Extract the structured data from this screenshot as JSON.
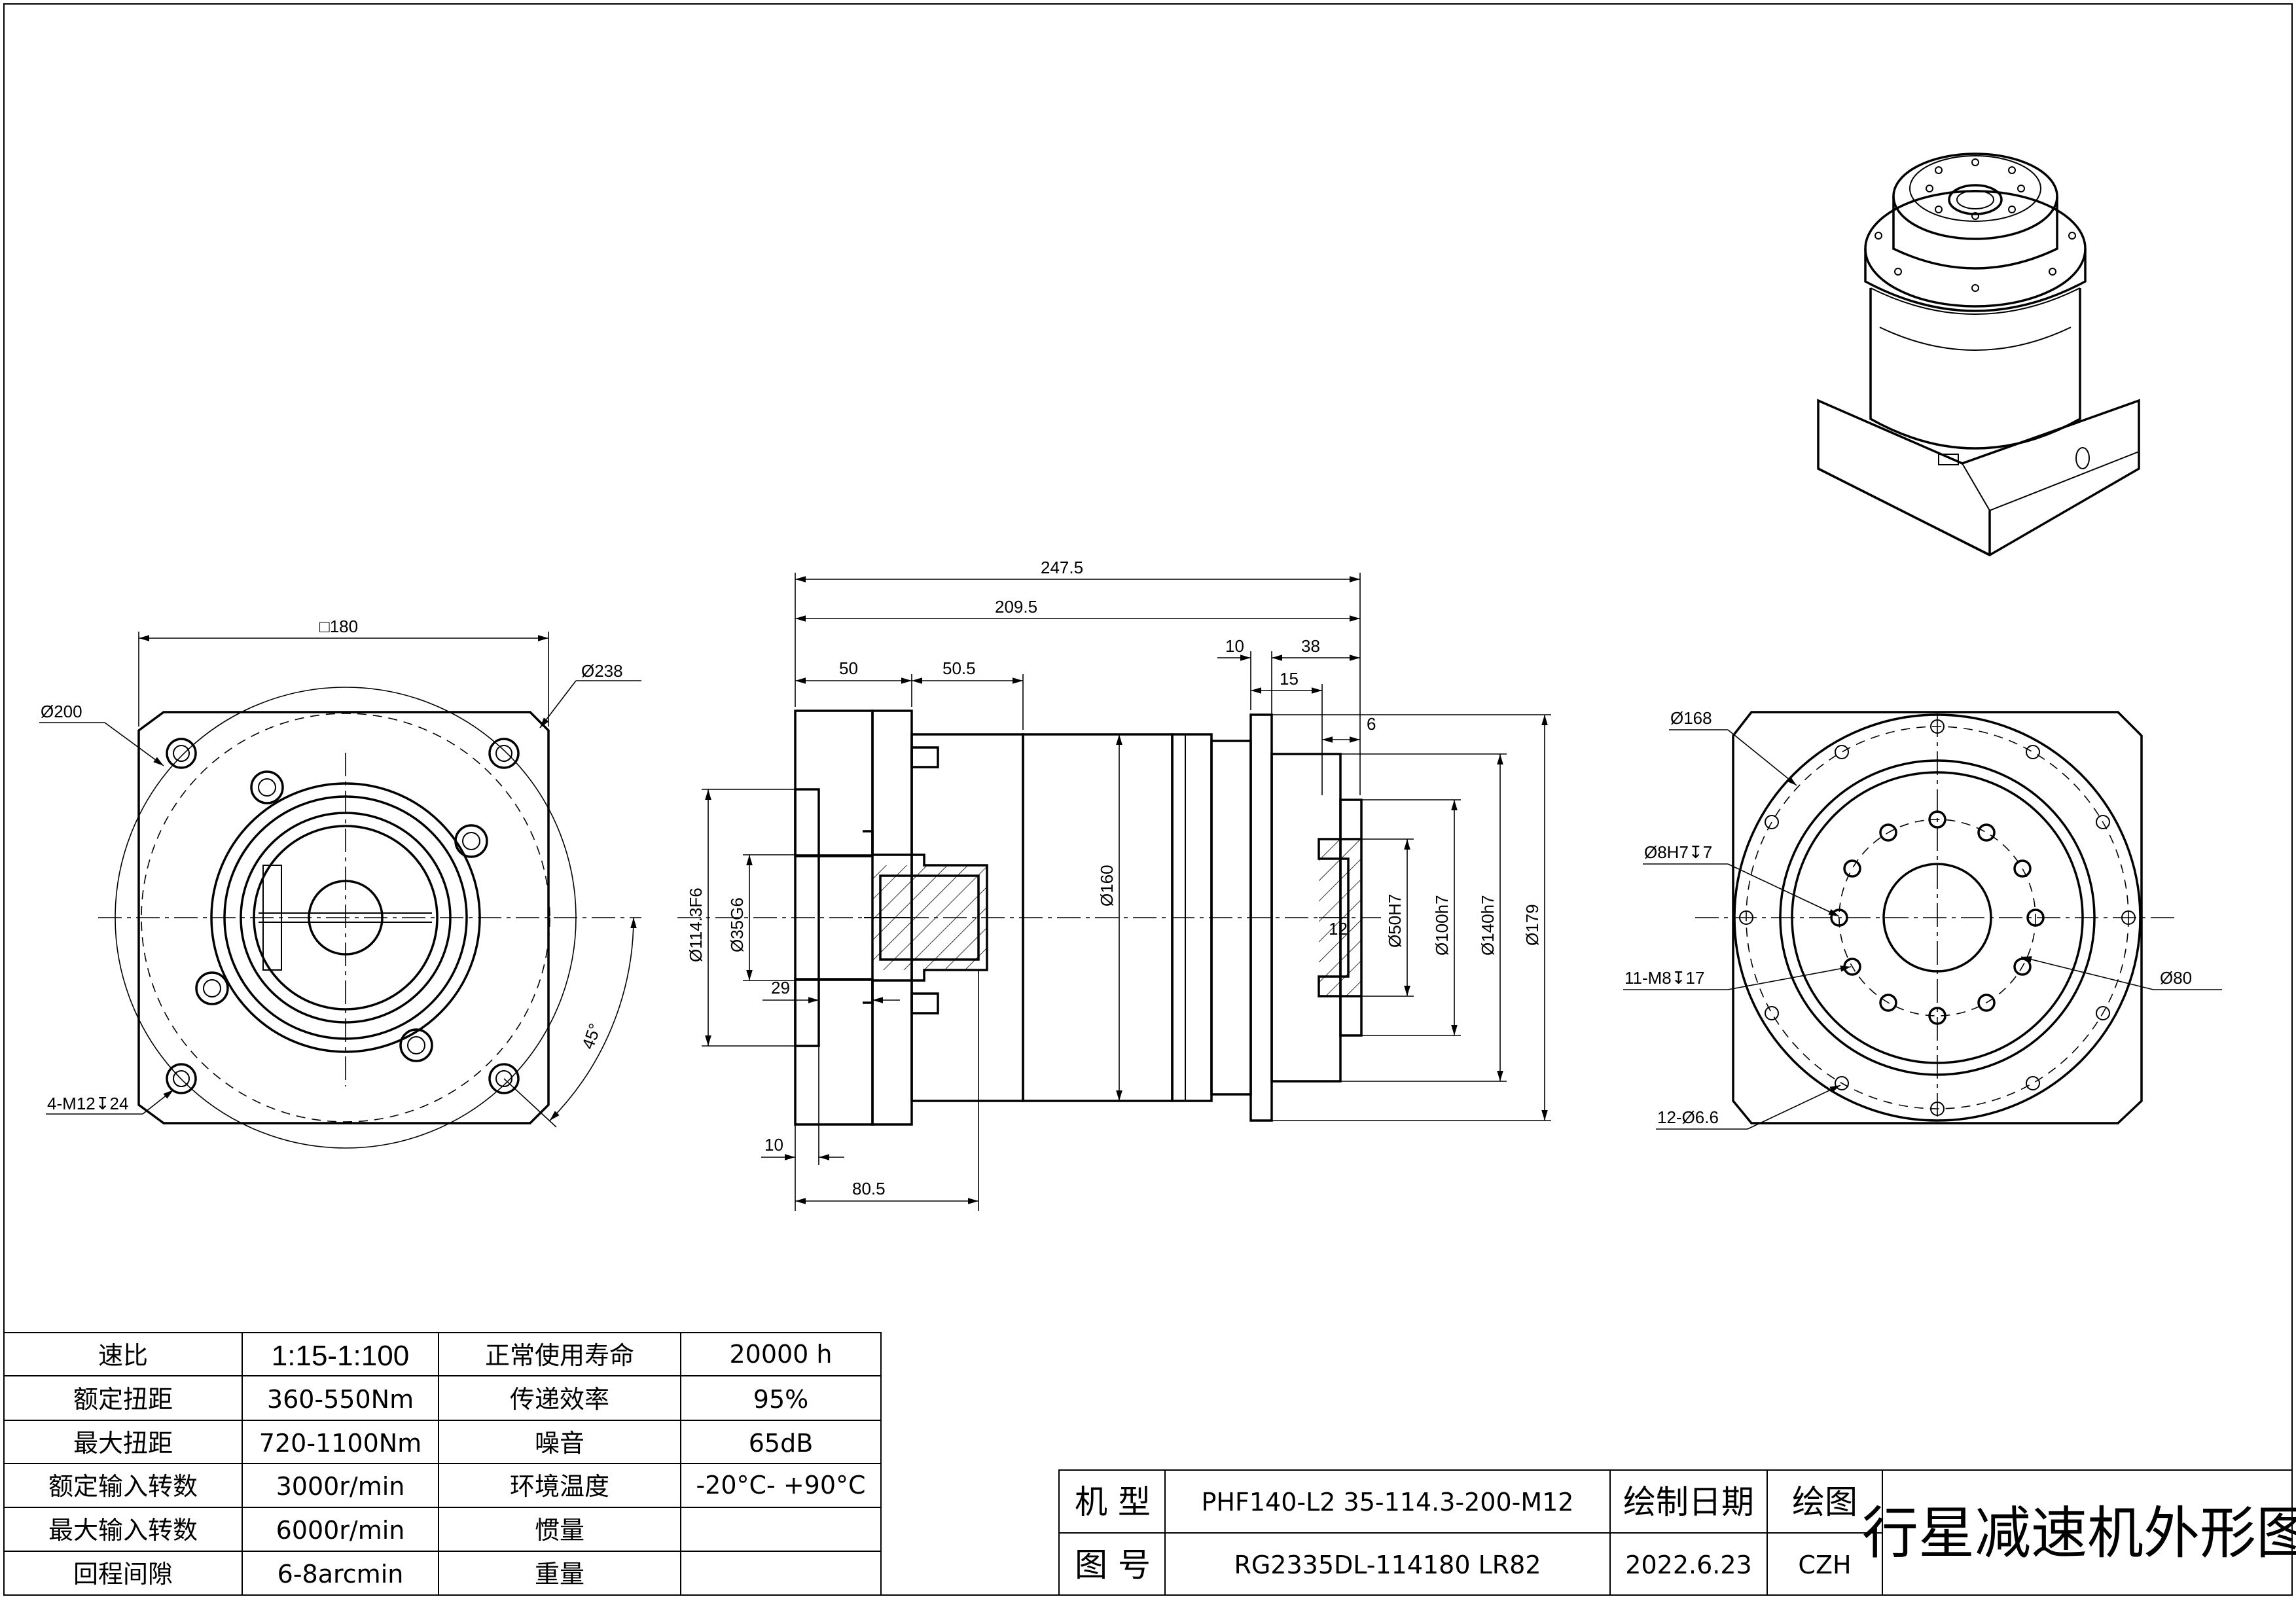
{
  "dimensions": {
    "front": {
      "square": "□180",
      "pcd_outer": "Ø238",
      "pcd_inner": "Ø200",
      "tapped_holes": "4-M12↧24",
      "angle": "45°"
    },
    "side": {
      "overall": "247.5",
      "body": "209.5",
      "flange": "50",
      "adapter": "50.5",
      "d10": "10",
      "d38": "38",
      "d15": "15",
      "d6": "6",
      "d29": "29",
      "d10b": "10",
      "d80_5": "80.5",
      "d12": "12",
      "dia_114": "Ø114.3F6",
      "dia_35": "Ø35G6",
      "dia_160": "Ø160",
      "dia_50": "Ø50H7",
      "dia_100": "Ø100h7",
      "dia_140": "Ø140h7",
      "dia_179": "Ø179"
    },
    "rear": {
      "pcd_168": "Ø168",
      "pin": "Ø8H7↧7",
      "tapped": "11-M8↧17",
      "pcd_80": "Ø80",
      "holes": "12-Ø6.6"
    }
  },
  "spec_table": {
    "rows": [
      {
        "label1": "速比",
        "value1": "1:15-1:100",
        "label2": "正常使用寿命",
        "value2": "20000 h"
      },
      {
        "label1": "额定扭距",
        "value1": "360-550Nm",
        "label2": "传递效率",
        "value2": "95%"
      },
      {
        "label1": "最大扭距",
        "value1": "720-1100Nm",
        "label2": "噪音",
        "value2": "65dB"
      },
      {
        "label1": "额定输入转数",
        "value1": "3000r/min",
        "label2": "环境温度",
        "value2": "-20°C- +90°C"
      },
      {
        "label1": "最大输入转数",
        "value1": "6000r/min",
        "label2": "惯量",
        "value2": ""
      },
      {
        "label1": "回程间隙",
        "value1": "6-8arcmin",
        "label2": "重量",
        "value2": ""
      }
    ]
  },
  "title_block": {
    "model_label": "机 型",
    "model_value": "PHF140-L2 35-114.3-200-M12",
    "drawing_label": "图 号",
    "drawing_value": "RG2335DL-114180 LR82",
    "date_label": "绘制日期",
    "date_value": "2022.6.23",
    "drawer_label": "绘图",
    "drawer_value": "CZH",
    "title": "行星减速机外形图"
  }
}
